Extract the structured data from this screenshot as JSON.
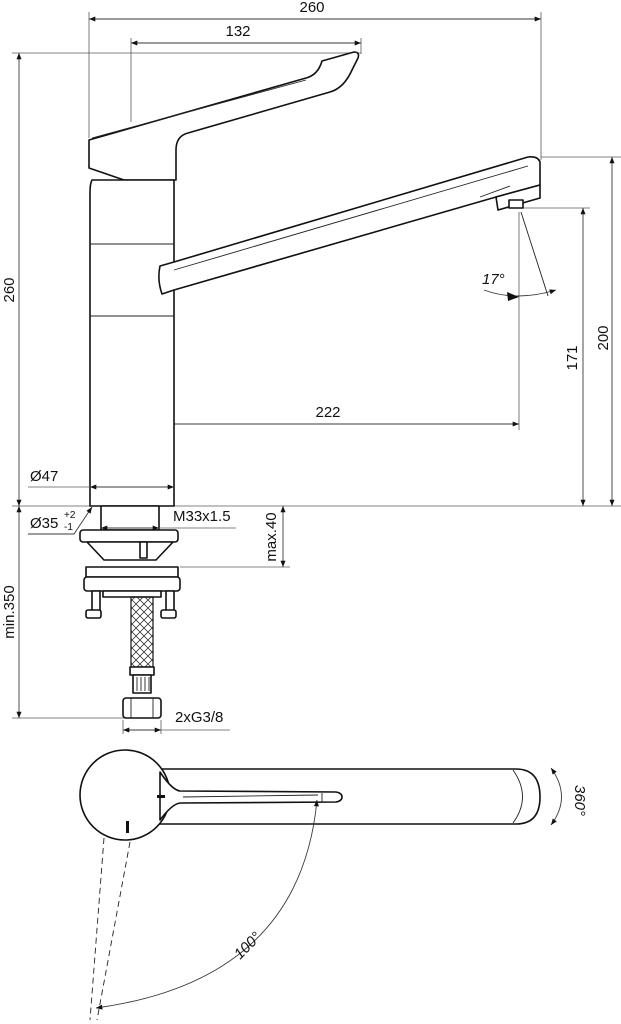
{
  "drawing": {
    "title": "Kitchen mixer tap – dimensional drawing",
    "views": [
      "side-elevation",
      "top-plan"
    ]
  },
  "dimensions": {
    "overall_reach": "260",
    "lever_reach": "132",
    "overall_height": "260",
    "outlet_height_max": "200",
    "outlet_height": "171",
    "spout_reach": "222",
    "spout_tilt": "17°",
    "body_diameter": "Ø47",
    "hole_diameter_base": "Ø35",
    "hole_tol_plus": "+2",
    "hole_tol_minus": "-1",
    "thread": "M33x1.5",
    "max_deck_thickness": "max.40",
    "min_hose_length": "min.350",
    "connections": "2xG3/8",
    "spout_rotation": "360°",
    "lever_rotation": "100°"
  },
  "colors": {
    "line": "#111111",
    "dimension": "#3a3a3a",
    "background": "#ffffff"
  }
}
